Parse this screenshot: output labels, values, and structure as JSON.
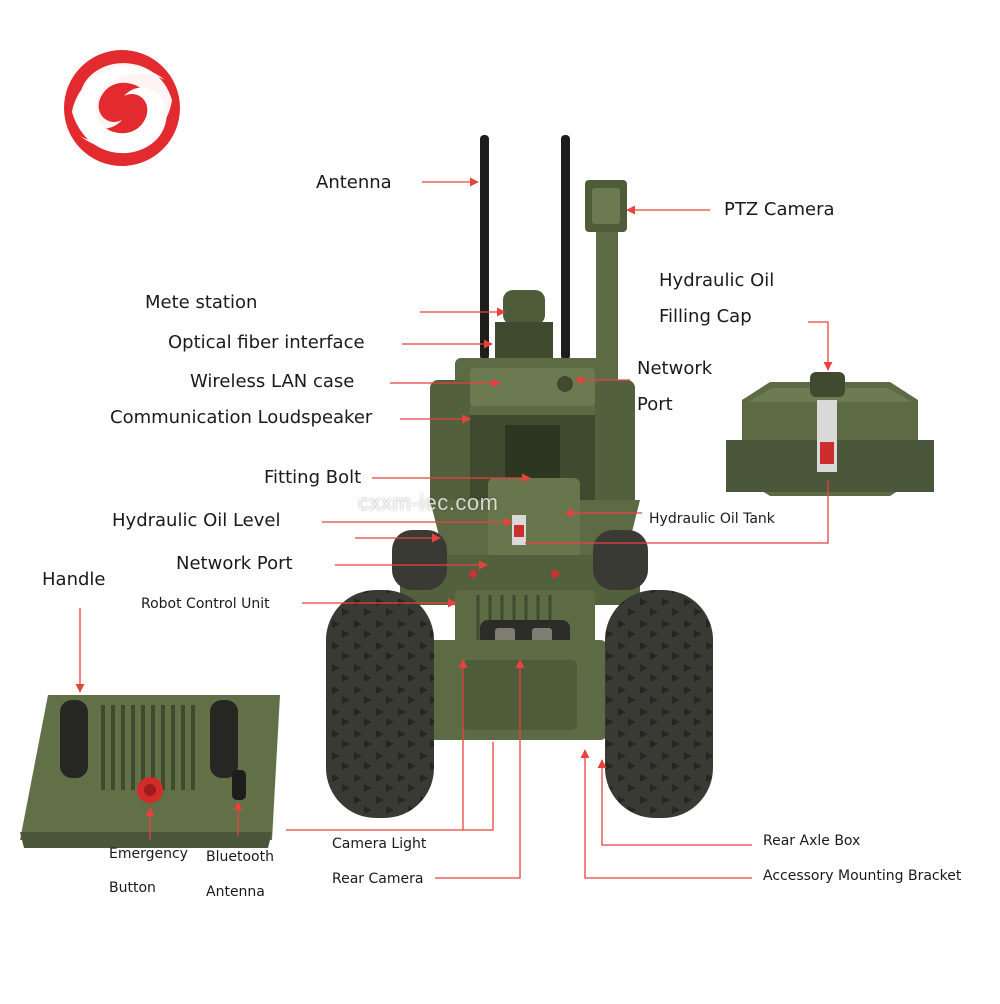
{
  "labels": {
    "antenna": "Antenna",
    "ptz_camera": "PTZ Camera",
    "hydraulic_oil_filling_cap_line1": "Hydraulic  Oil",
    "hydraulic_oil_filling_cap_line2": "Filling Cap",
    "mete_station": "Mete station",
    "optical_fiber_interface": "Optical fiber interface",
    "wireless_lan_case": "Wireless LAN case",
    "communication_loudspeaker": "Communication Loudspeaker",
    "network_port_top_line1": "Network",
    "network_port_top_line2": "Port",
    "fitting_bolt": "Fitting Bolt",
    "hydraulic_oil_level": "Hydraulic Oil Level",
    "hydraulic_oil_tank": "Hydraulic Oil Tank",
    "network_port": "Network Port",
    "handle": "Handle",
    "robot_control_unit": "Robot Control Unit",
    "emergency_button_line1": "Emergency",
    "emergency_button_line2": "Button",
    "bluetooth_antenna_line1": "Bluetooth",
    "bluetooth_antenna_line2": "Antenna",
    "camera_light": "Camera Light",
    "rear_camera": "Rear Camera",
    "rear_axle_box": "Rear Axle Box",
    "accessory_mounting_bracket": "Accessory Mounting Bracket"
  },
  "watermark": "cxxm-iec.com",
  "colors": {
    "leader": "#e8423e",
    "logo": "#e32a2f",
    "robot_body": "#5d6b45",
    "robot_dark": "#3f4a2e",
    "tire": "#3a3a35",
    "controller": "#627048"
  },
  "icons": {
    "logo": "red-swirl-logo-icon"
  }
}
